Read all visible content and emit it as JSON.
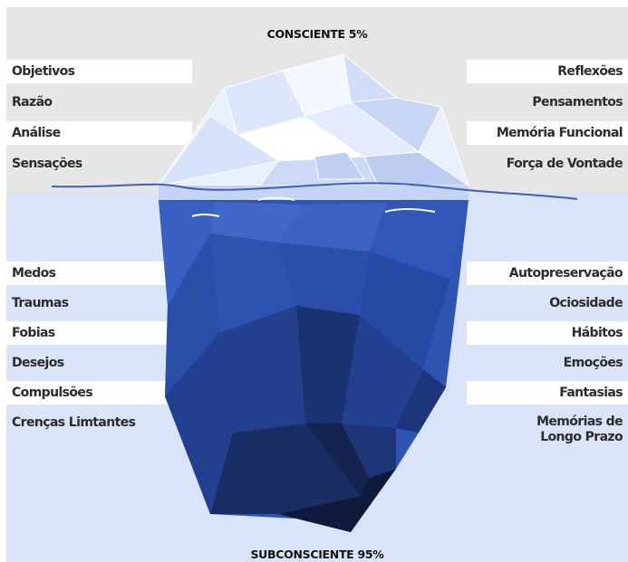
{
  "titles": {
    "conscious": "CONSCIENTE 5%",
    "subconscious": "SUBCONSCIENTE 95%"
  },
  "conscious": {
    "left": [
      "Objetivos",
      "Razão",
      "Análise",
      "Sensações"
    ],
    "right": [
      "Reflexões",
      "Pensamentos",
      "Memória Funcional",
      "Força de Vontade"
    ]
  },
  "subconscious": {
    "left": [
      "Medos",
      "Traumas",
      "Fobias",
      "Desejos",
      "Compulsões",
      "Crenças Limtantes"
    ],
    "right": [
      "Autopreservação",
      "Ociosidade",
      "Hábitos",
      "Emoções",
      "Fantasias"
    ],
    "right_last_line1": "Memórias de",
    "right_last_line2": "Longo Prazo"
  },
  "colors": {
    "top_background": "#e6e6e6",
    "water_background": "#dae4f8",
    "iceberg_tip": "#e9f0fd",
    "iceberg_body": "#2f55b3",
    "iceberg_deep": "#0f1a3d",
    "water_line": "#3f5fbf"
  }
}
